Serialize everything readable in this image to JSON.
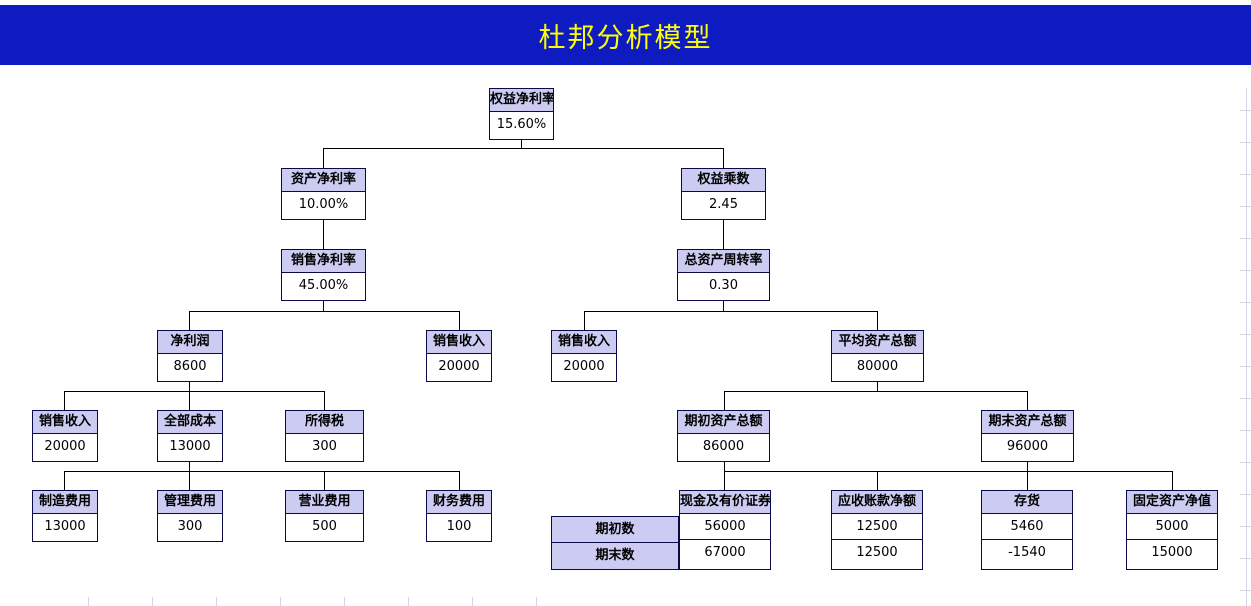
{
  "title": "杜邦分析模型",
  "colors": {
    "title_bar_bg": "#0d1bc1",
    "title_text": "#ffff00",
    "node_header_bg": "#ccccf2",
    "node_border": "#0a0a4a",
    "node_value_bg": "#ffffff",
    "connector": "#000000",
    "grid": "#d4d4e8"
  },
  "nodes": {
    "roe": {
      "label": "权益净利率",
      "value": "15.60%"
    },
    "roa": {
      "label": "资产净利率",
      "value": "10.00%"
    },
    "equity_mult": {
      "label": "权益乘数",
      "value": "2.45"
    },
    "net_margin": {
      "label": "销售净利率",
      "value": "45.00%"
    },
    "asset_turnover": {
      "label": "总资产周转率",
      "value": "0.30"
    },
    "net_profit": {
      "label": "净利润",
      "value": "8600"
    },
    "revenue_left": {
      "label": "销售收入",
      "value": "20000"
    },
    "revenue_right": {
      "label": "销售收入",
      "value": "20000"
    },
    "avg_assets": {
      "label": "平均资产总额",
      "value": "80000"
    },
    "revenue_detail": {
      "label": "销售收入",
      "value": "20000"
    },
    "total_cost": {
      "label": "全部成本",
      "value": "13000"
    },
    "income_tax": {
      "label": "所得税",
      "value": "300"
    },
    "mfg_cost": {
      "label": "制造费用",
      "value": "13000"
    },
    "admin_cost": {
      "label": "管理费用",
      "value": "300"
    },
    "selling_cost": {
      "label": "营业费用",
      "value": "500"
    },
    "finance_cost": {
      "label": "财务费用",
      "value": "100"
    },
    "begin_assets": {
      "label": "期初资产总额",
      "value": "86000"
    },
    "end_assets": {
      "label": "期末资产总额",
      "value": "96000"
    }
  },
  "asset_table": {
    "row_labels": [
      "期初数",
      "期末数"
    ],
    "columns": [
      {
        "label": "现金及有价证券",
        "values": [
          "56000",
          "67000"
        ]
      },
      {
        "label": "应收账款净额",
        "values": [
          "12500",
          "12500"
        ]
      },
      {
        "label": "存货",
        "values": [
          "5460",
          "-1540"
        ]
      },
      {
        "label": "固定资产净值",
        "values": [
          "5000",
          "15000"
        ]
      }
    ]
  }
}
